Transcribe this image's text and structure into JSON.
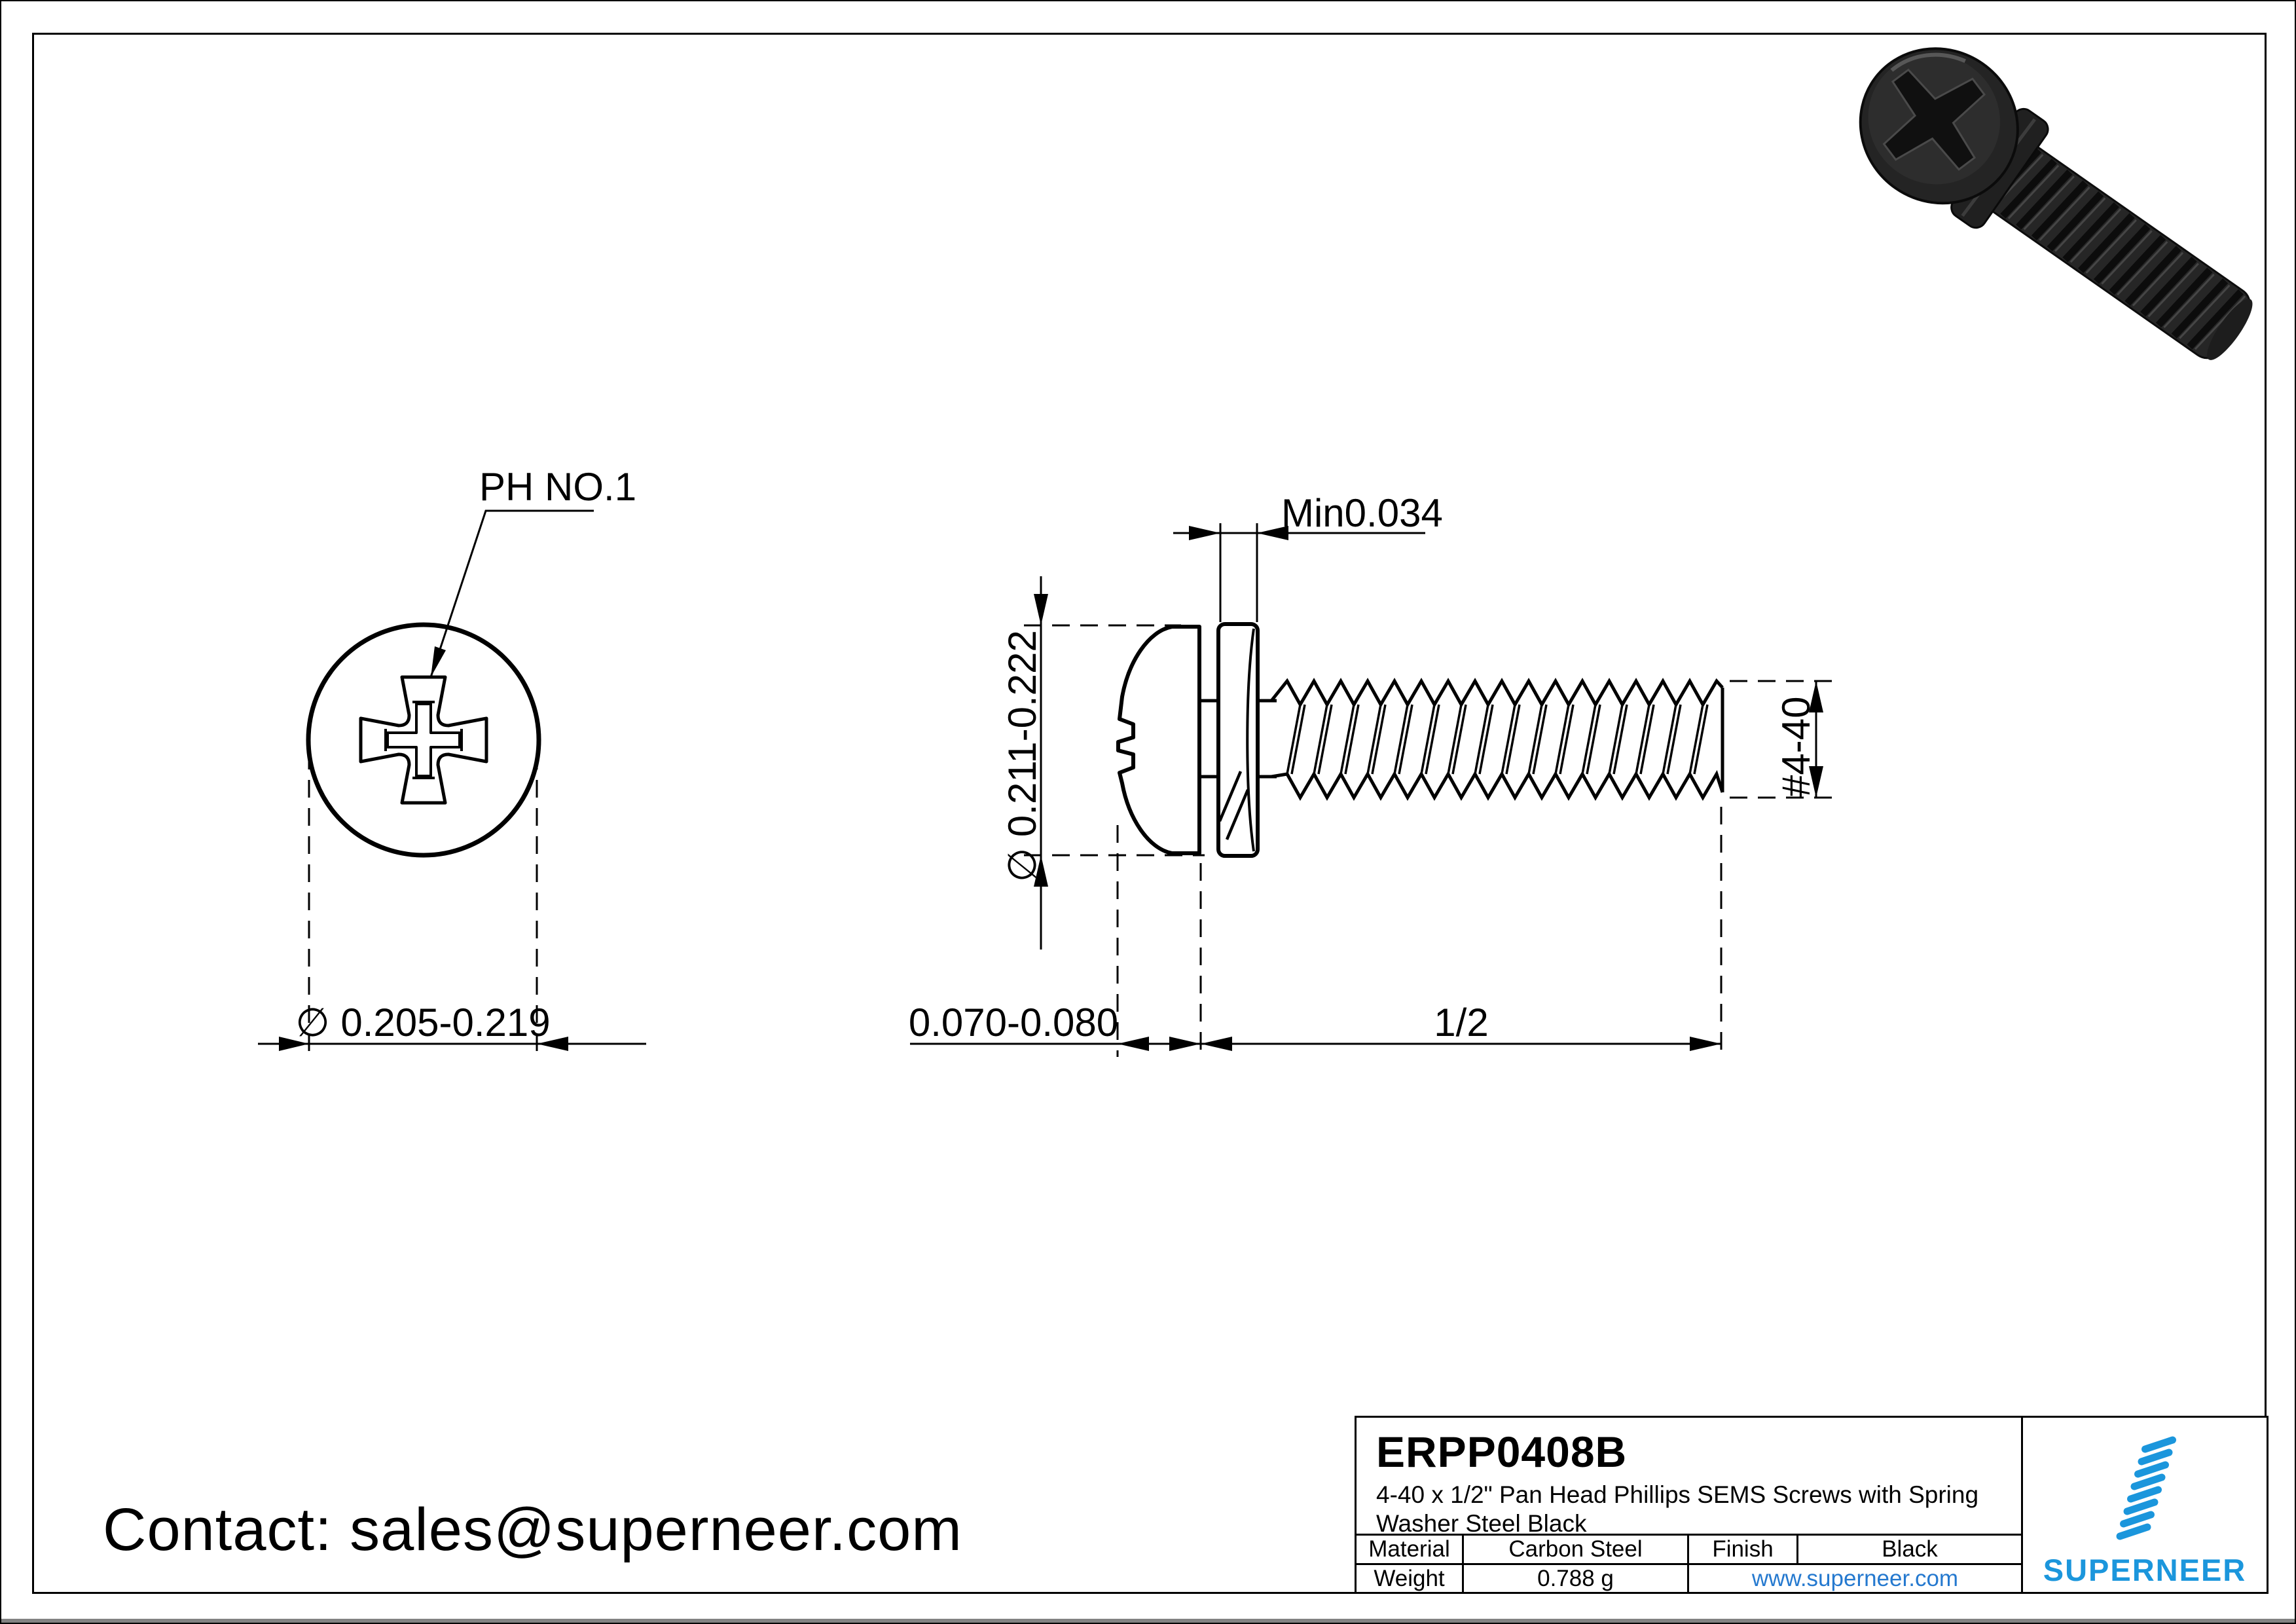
{
  "contact": {
    "text": "Contact: sales@superneer.com"
  },
  "drawing": {
    "top_view": {
      "recess_label": "PH NO.1",
      "head_diameter": "∅ 0.205-0.219"
    },
    "side_view": {
      "washer_thickness_min": "Min0.034",
      "head_diameter": "∅ 0.211-0.222",
      "head_height": "0.070-0.080",
      "thread_length": "1/2",
      "thread_size": "#4-40"
    }
  },
  "title_block": {
    "part_number": "ERPP0408B",
    "description_lines": [
      "4-40 x 1/2\" Pan Head Phillips SEMS Screws with Spring",
      "Washer Steel Black"
    ],
    "material_label": "Material",
    "material_value": "Carbon Steel",
    "finish_label": "Finish",
    "finish_value": "Black",
    "weight_label": "Weight",
    "weight_value": "0.788 g",
    "website": "www.superneer.com",
    "brand": "SUPERNEER"
  },
  "colors": {
    "brand_blue": "#1b96dc",
    "link_blue": "#2579cf",
    "line_black": "#000000",
    "render_body": "#262626"
  }
}
